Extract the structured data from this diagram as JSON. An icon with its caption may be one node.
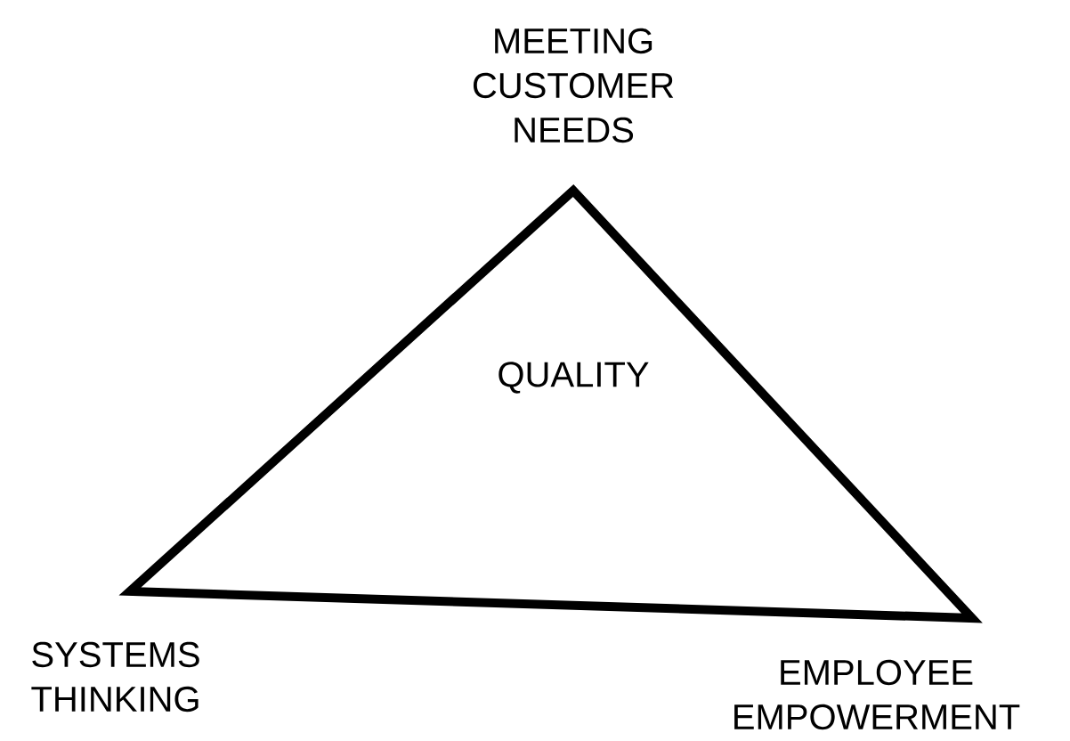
{
  "diagram": {
    "nodes": [
      {
        "text": [
          "QUALITY"
        ]
      }
    ],
    "labels": [
      "MEETING CUSTOMER NEEDS",
      "SYSTEMS THINKING",
      "EMPLOYEE EMPOWERMENT"
    ]
  }
}
